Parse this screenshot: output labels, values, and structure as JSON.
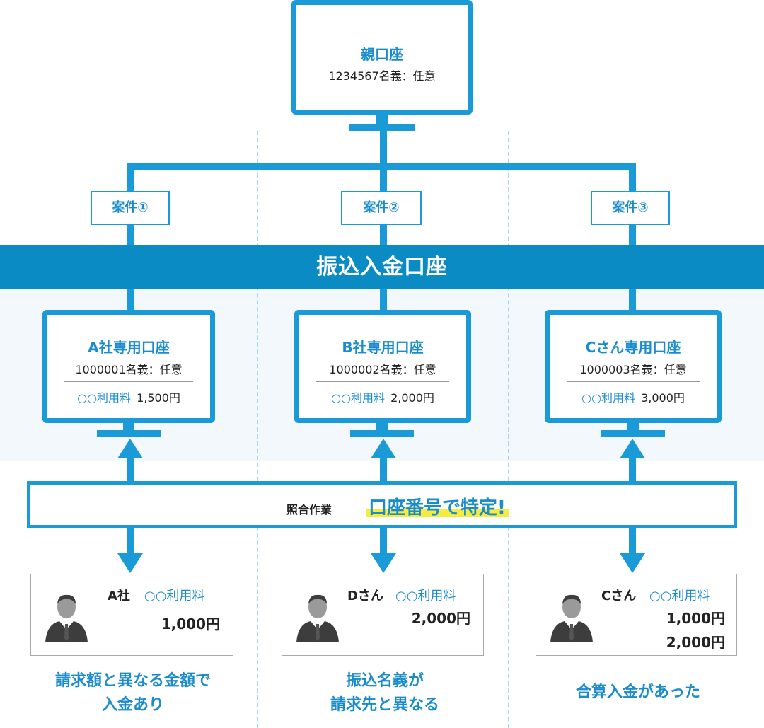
{
  "parent": {
    "title": "親口座",
    "sub": "1234567名義：任意"
  },
  "cases": [
    "案件①",
    "案件②",
    "案件③"
  ],
  "band_title": "振込入金口座",
  "accounts": [
    {
      "title": "A社専用口座",
      "sub": "1000001名義：任意",
      "fee_label": "○○利用料",
      "fee_amount": "1,500円"
    },
    {
      "title": "B社専用口座",
      "sub": "1000002名義：任意",
      "fee_label": "○○利用料",
      "fee_amount": "2,000円"
    },
    {
      "title": "Cさん専用口座",
      "sub": "1000003名義：任意",
      "fee_label": "○○利用料",
      "fee_amount": "3,000円"
    }
  ],
  "matching": {
    "label": "照合作業",
    "highlight": "口座番号で特定!"
  },
  "payers": [
    {
      "name": "A社",
      "fee_label": "○○利用料",
      "amounts": [
        "1,000円"
      ]
    },
    {
      "name": "Dさん",
      "fee_label": "○○利用料",
      "amounts": [
        "2,000円"
      ]
    },
    {
      "name": "Cさん",
      "fee_label": "○○利用料",
      "amounts": [
        "1,000円",
        "2,000円"
      ]
    }
  ],
  "captions": [
    [
      "請求額と異なる金額で",
      "入金あり"
    ],
    [
      "振込名義が",
      "請求先と異なる"
    ],
    [
      "合算入金があった"
    ]
  ],
  "colors": {
    "accent": "#1a9ad6",
    "band": "#0b8bc4",
    "highlight": "#f6ec3e"
  },
  "icons": {
    "payer": "person-icon"
  }
}
